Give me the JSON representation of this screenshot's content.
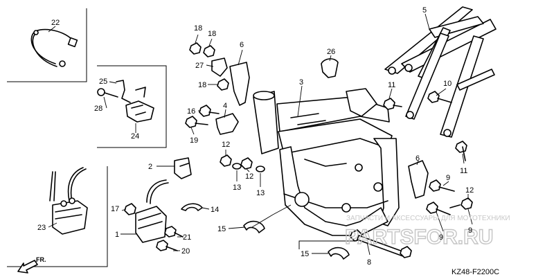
{
  "diagram_code": "KZ48-F2200C",
  "front_marker": "FR.",
  "watermark": {
    "line1": "ЗАПЧАСТИ И АКСЕССУАРЫ ДЛЯ МОТОТЕХНИКИ",
    "line2": "PARTSFOR.RU"
  },
  "callouts": {
    "c1": "1",
    "c2": "2",
    "c3": "3",
    "c4": "4",
    "c5": "5",
    "c6": "6",
    "c8": "8",
    "c9a": "9",
    "c9b": "9",
    "c10": "10",
    "c11a": "11",
    "c11b": "11",
    "c12a": "12",
    "c12b": "12",
    "c13a": "13",
    "c13b": "13",
    "c14": "14",
    "c15a": "15",
    "c15b": "15",
    "c16": "16",
    "c17": "17",
    "c18a": "18",
    "c18b": "18",
    "c18c": "18",
    "c19": "19",
    "c20": "20",
    "c21": "21",
    "c22": "22",
    "c23": "23",
    "c24": "24",
    "c25": "25",
    "c26": "26",
    "c27": "27",
    "c28": "28"
  }
}
